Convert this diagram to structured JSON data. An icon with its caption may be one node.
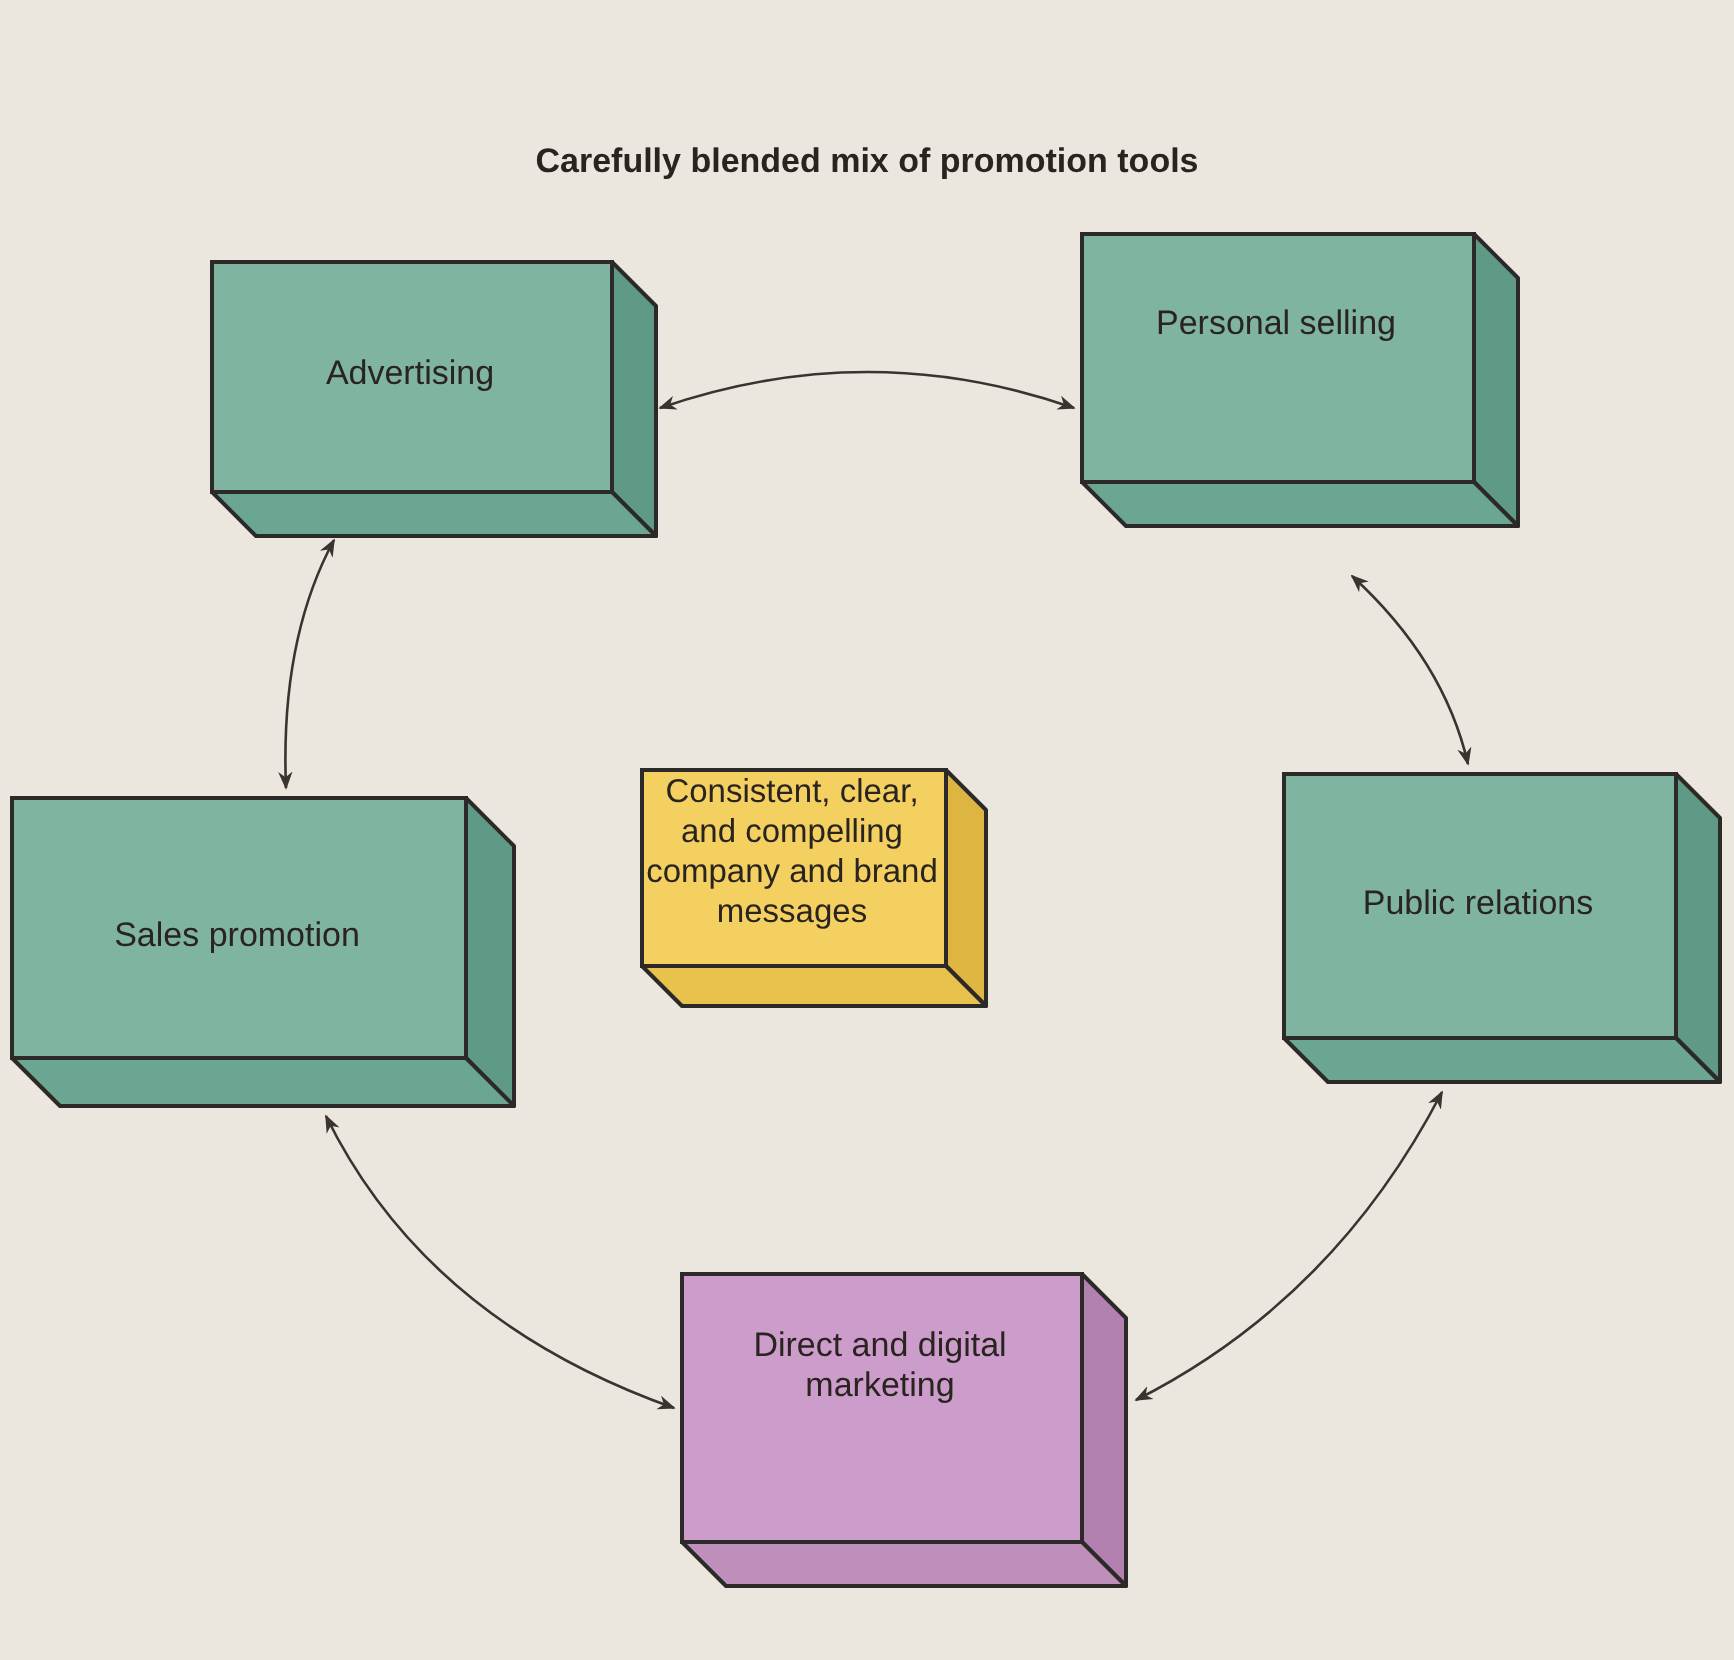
{
  "diagram": {
    "title": "Carefully blended mix of promotion tools",
    "nodes": [
      {
        "text": [
          "Advertising"
        ]
      },
      {
        "text": [
          "Personal selling"
        ]
      },
      {
        "text": [
          "Consistent, clear, and compelling company and brand messages"
        ]
      },
      {
        "text": [
          "Sales promotion"
        ]
      },
      {
        "text": [
          "Public relations"
        ]
      },
      {
        "text": [
          "Direct and digital marketing"
        ]
      }
    ],
    "edges": [
      {
        "from": 0,
        "to": 1,
        "arrow": "both"
      },
      {
        "from": 1,
        "to": 4,
        "arrow": "both"
      },
      {
        "from": 4,
        "to": 5,
        "arrow": "both"
      },
      {
        "from": 5,
        "to": 3,
        "arrow": "both"
      },
      {
        "from": 3,
        "to": 0,
        "arrow": "both"
      }
    ]
  }
}
